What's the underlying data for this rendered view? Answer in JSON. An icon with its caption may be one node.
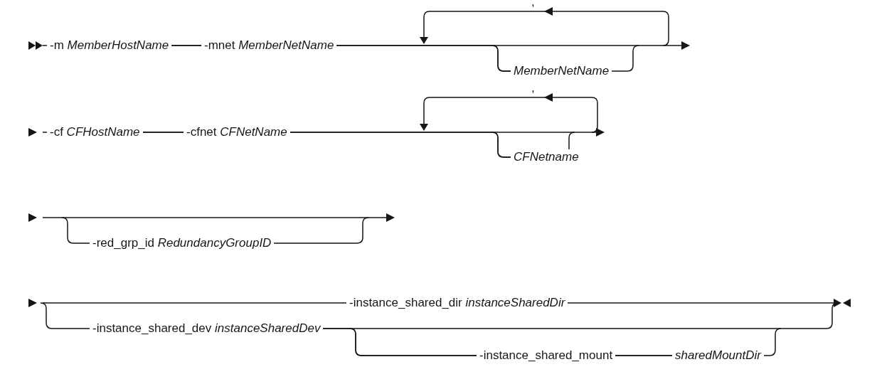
{
  "diagram": {
    "nodes": [
      {
        "text": [
          "-m *MemberHostName*"
        ]
      },
      {
        "text": [
          "-mnet *MemberNetName*"
        ]
      },
      {
        "text": [
          "MemberNetName"
        ]
      },
      {
        "text": [
          "-cf *CFHostName*"
        ]
      },
      {
        "text": [
          "-cfnet *CFNetName*"
        ]
      },
      {
        "text": [
          "CFNetname"
        ]
      },
      {
        "text": [
          "-red_grp_id *RedundancyGroupID*"
        ]
      },
      {
        "text": [
          "-instance_shared_dir *instanceSharedDir*"
        ]
      },
      {
        "text": [
          "-instance_shared_dev *instanceSharedDev*"
        ]
      },
      {
        "text": [
          "-instance_shared_mount"
        ]
      },
      {
        "text": [
          "sharedMountDir"
        ]
      }
    ],
    "edges": [
      {
        "from": 0,
        "to": 1,
        "arrow": "none"
      },
      {
        "from": 1,
        "to": 2,
        "arrow": "none"
      },
      {
        "from": 3,
        "to": 4,
        "arrow": "none"
      },
      {
        "from": 4,
        "to": 5,
        "arrow": "none"
      },
      {
        "from": 8,
        "to": 9,
        "arrow": "none"
      },
      {
        "from": 9,
        "to": 10,
        "arrow": "none"
      }
    ],
    "labels": [
      ",",
      ","
    ]
  }
}
